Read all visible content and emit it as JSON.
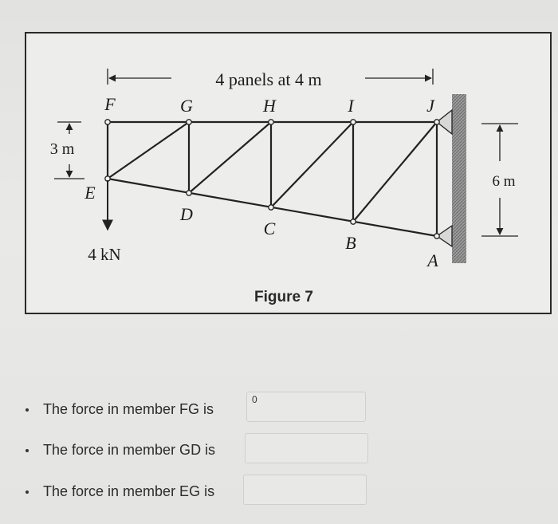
{
  "figure": {
    "caption": "Figure 7",
    "dimension_panels": "4 panels at 4 m",
    "dimension_left": "3 m",
    "dimension_right": "6 m",
    "load": "4 kN",
    "joints": {
      "F": "F",
      "G": "G",
      "H": "H",
      "I": "I",
      "J": "J",
      "E": "E",
      "D": "D",
      "C": "C",
      "B": "B",
      "A": "A"
    }
  },
  "questions": [
    {
      "text": "The force in member FG is",
      "value": "0"
    },
    {
      "text": "The force in member GD is",
      "value": ""
    },
    {
      "text": "The force in member EG is",
      "value": ""
    }
  ],
  "colors": {
    "line": "#222222",
    "wall": "#8a8a8a"
  }
}
